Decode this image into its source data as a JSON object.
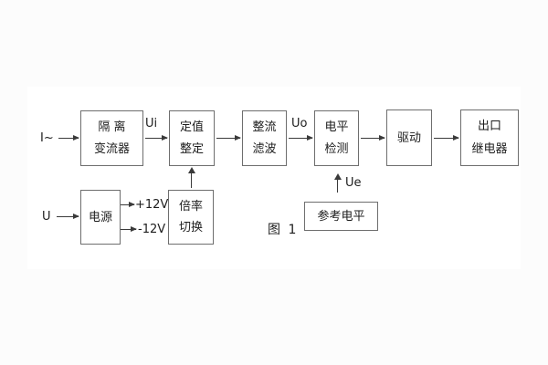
{
  "figure": {
    "caption": "图 1",
    "background_color": "#fcfcfc",
    "line_color": "#3a3a3a",
    "box_border_color": "#6e6e6e"
  },
  "blocks": [
    {
      "id": "isolation-transformer",
      "line1": "隔 离",
      "line2": "变流器"
    },
    {
      "id": "setting-adjustment",
      "line1": "定值",
      "line2": "整定"
    },
    {
      "id": "rectifier-filter",
      "line1": "整流",
      "line2": "滤波"
    },
    {
      "id": "level-detector",
      "line1": "电平",
      "line2": "检测"
    },
    {
      "id": "driver",
      "line1": "驱动"
    },
    {
      "id": "output-relay",
      "line1": "出口",
      "line2": "继电器"
    },
    {
      "id": "power-supply",
      "line1": "电源"
    },
    {
      "id": "ratio-switch",
      "line1": "倍率",
      "line2": "切换"
    },
    {
      "id": "reference-level",
      "line1": "参考电平"
    }
  ],
  "labels": {
    "input_current": "I~",
    "input_voltage": "U",
    "ui": "Ui",
    "uo": "Uo",
    "ue": "Ue",
    "plus_12v": "+12V",
    "minus_12v": "-12V"
  }
}
